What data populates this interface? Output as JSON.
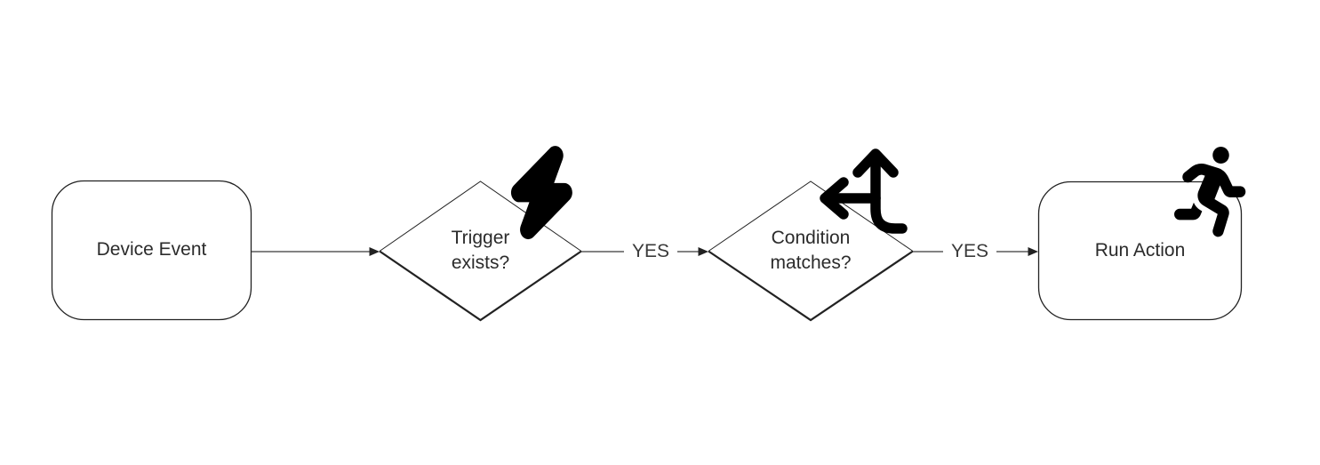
{
  "diagram": {
    "type": "flowchart",
    "background_color": "#ffffff",
    "shape_stroke_color": "#222222",
    "connector_color": "#5a5a5a",
    "text_color": "#2b2b2b",
    "icon_color": "#000000",
    "nodes": [
      {
        "id": "device-event",
        "shape": "rounded-rectangle",
        "label": "Device Event"
      },
      {
        "id": "trigger-exists",
        "shape": "decision-diamond",
        "label": "Trigger exists?",
        "label_lines": [
          "Trigger",
          "exists?"
        ],
        "icon": "bolt-icon"
      },
      {
        "id": "condition-matches",
        "shape": "decision-diamond",
        "label": "Condition matches?",
        "label_lines": [
          "Condition",
          "matches?"
        ],
        "icon": "directions-split-arrow-icon"
      },
      {
        "id": "run-action",
        "shape": "rounded-rectangle",
        "label": "Run Action",
        "icon": "person-running-icon"
      }
    ],
    "edges": [
      {
        "from": "device-event",
        "to": "trigger-exists",
        "label": ""
      },
      {
        "from": "trigger-exists",
        "to": "condition-matches",
        "label": "YES"
      },
      {
        "from": "condition-matches",
        "to": "run-action",
        "label": "YES"
      }
    ]
  }
}
